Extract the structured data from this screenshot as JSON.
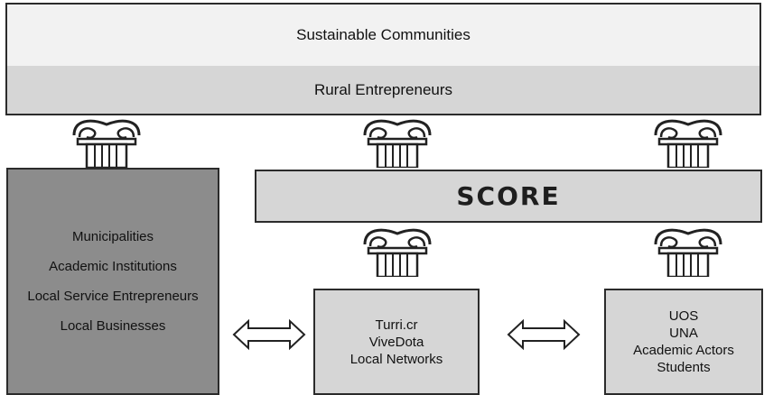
{
  "top": {
    "sustainable": "Sustainable Communities",
    "rural": "Rural Entrepreneurs"
  },
  "score": {
    "logo": "SCORE"
  },
  "left_box": {
    "items": [
      "Municipalities",
      "Academic Institutions",
      "Local Service Entrepreneurs",
      "Local Businesses"
    ]
  },
  "mid_box": {
    "items": [
      "Turri.cr",
      "ViveDota",
      "Local Networks"
    ]
  },
  "right_box": {
    "items": [
      "UOS",
      "UNA",
      "Academic Actors",
      "Students"
    ]
  }
}
